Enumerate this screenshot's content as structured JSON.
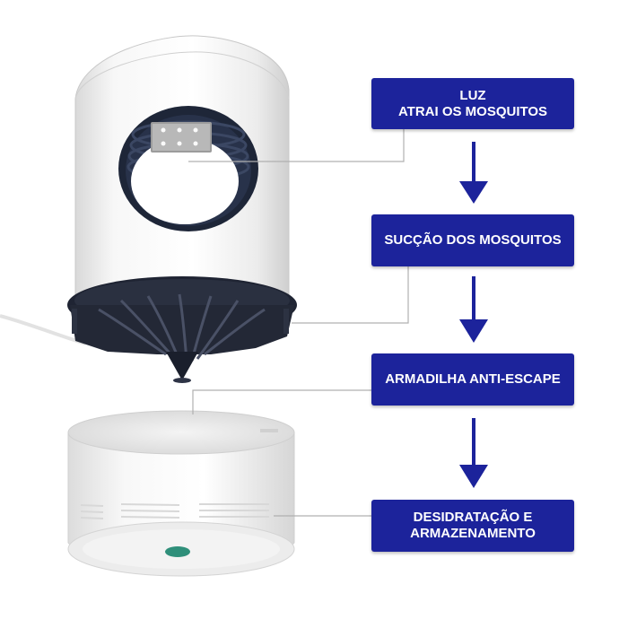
{
  "colors": {
    "label_bg": "#1c239b",
    "label_text": "#ffffff",
    "arrow": "#1c239b",
    "connector": "#b0b0b0",
    "device_body": "#f2f2f2",
    "device_dark": "#1e2638"
  },
  "steps": [
    {
      "line1": "LUZ",
      "line2": "ATRAI OS MOSQUITOS"
    },
    {
      "line1": "SUCÇÃO DOS MOSQUITOS",
      "line2": ""
    },
    {
      "line1": "ARMADILHA ANTI-ESCAPE",
      "line2": ""
    },
    {
      "line1": "DESIDRATAÇÃO E",
      "line2": "ARMAZENAMENTO"
    }
  ]
}
